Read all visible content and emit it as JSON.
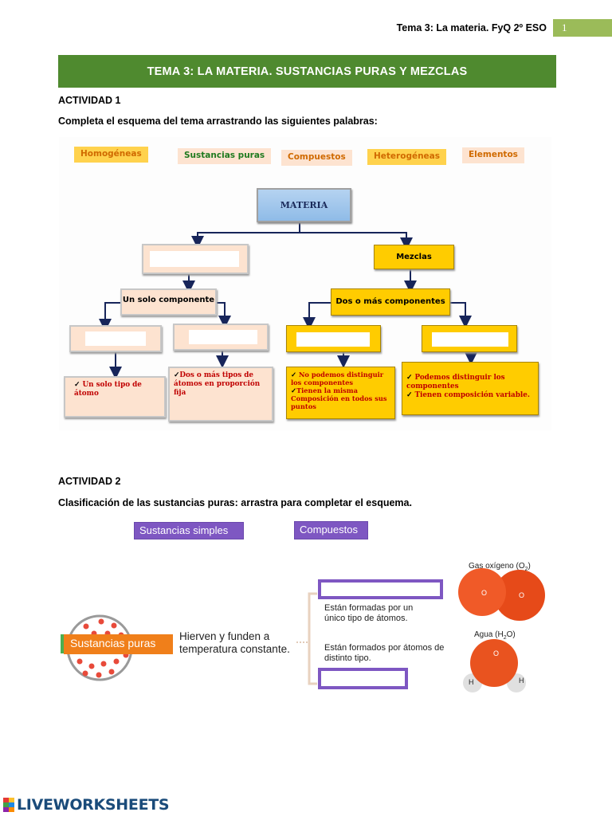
{
  "header": {
    "title": "Tema 3: La materia. FyQ 2º ESO",
    "page_number": "1"
  },
  "banner": {
    "title": "TEMA 3: LA MATERIA. SUSTANCIAS PURAS Y MEZCLAS"
  },
  "activity1": {
    "label": "ACTIVIDAD 1",
    "instruction": "Completa el esquema del tema arrastrando las siguientes palabras:",
    "draggable_words": [
      "Homogéneas",
      "Sustancias puras",
      "Compuestos",
      "Heterogéneas",
      "Elementos"
    ],
    "boxes": {
      "root": "MATERIA",
      "mezclas": "Mezclas",
      "un_solo_componente": "Un solo componente",
      "dos_o_mas_componentes": "Dos o más componentes"
    },
    "descriptions": {
      "elementos": [
        "Un solo tipo de átomo"
      ],
      "compuestos": [
        "Dos o más tipos de átomos  en proporción fija"
      ],
      "homogeneas": [
        "No podemos distinguir los componentes",
        "Tienen la misma Composición en todos sus puntos"
      ],
      "heterogeneas": [
        "Podemos distinguir los componentes",
        "Tienen composición variable."
      ]
    }
  },
  "activity2": {
    "label": "ACTIVIDAD 2",
    "instruction": "Clasificación de las sustancias puras: arrastra para completar el esquema.",
    "draggable_words": [
      "Sustancias simples",
      "Compuestos"
    ],
    "main_label": "Sustancias puras",
    "main_description": "Hierven y funden a temperatura constante.",
    "desc_simple": "Están formadas por un único tipo de átomos.",
    "desc_compuestos": "Están formados por átomos de distinto tipo.",
    "molecule1_label": "Gas oxígeno (O",
    "molecule1_sub": "2",
    "molecule1_close": ")",
    "molecule2_label": "Agua (H",
    "molecule2_sub": "2",
    "molecule2_close": "O)",
    "atom_o": "O",
    "atom_h": "H"
  },
  "footer": {
    "logo": "LIVEWORKSHEETS"
  },
  "colors": {
    "banner": "#4f8a2f",
    "page_badge": "#9bbb59",
    "purple": "#7e57c2",
    "orange": "#f07f1a",
    "yellow_box": "#ffcc00",
    "peach_box": "#fde3d0"
  }
}
